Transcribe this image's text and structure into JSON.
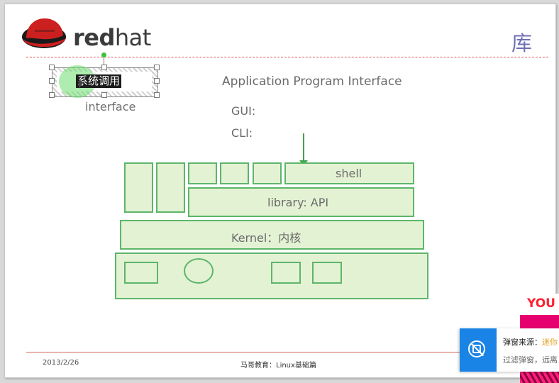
{
  "slide": {
    "brand_bold": "red",
    "brand_thin": "hat",
    "title": "库",
    "selected_text": "系统调用",
    "interface_label": "interface",
    "api_heading": "Application Program Interface",
    "gui_label": "GUI:",
    "cli_label": "CLI:",
    "blocks": {
      "shell": "shell",
      "library": "library: API",
      "kernel": "Kernel：内核"
    },
    "footer": {
      "date": "2013/2/26",
      "center": "马哥教育：Linux基础篇"
    }
  },
  "popup": {
    "source_label": "弹窗来源：",
    "source_value": "迷你",
    "filter_text": "过滤弹窗，远离"
  },
  "ad": {
    "text": "YOU"
  },
  "colors": {
    "brand_red": "#cc1f1f",
    "title_purple": "#6f6fb5",
    "block_fill": "#e4f2d4",
    "block_border": "#5cb66a",
    "popup_blue": "#1a84e6"
  }
}
